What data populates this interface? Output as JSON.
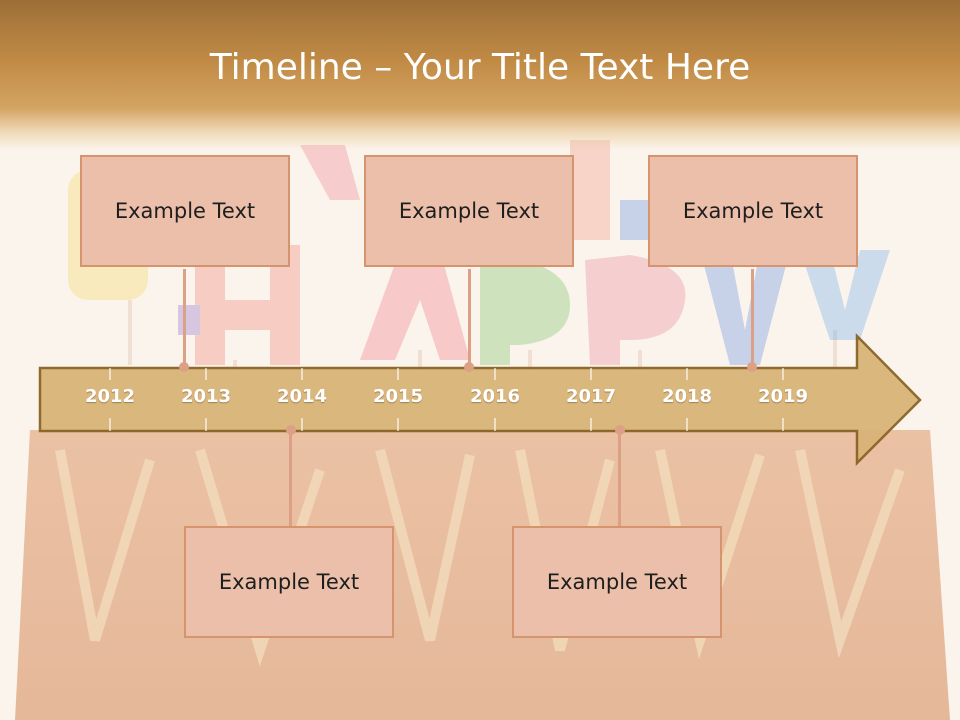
{
  "title": "Timeline – Your Title Text Here",
  "colors": {
    "arrow_fill": "#d9b478",
    "arrow_stroke": "#8a6325",
    "box_fill": "#ecbfaa",
    "box_border": "#d5936e",
    "connector": "#dca086",
    "header": "#c08a45"
  },
  "timeline": {
    "years": [
      "2012",
      "2013",
      "2014",
      "2015",
      "2016",
      "2017",
      "2018",
      "2019"
    ]
  },
  "events": [
    {
      "text": "Example Text",
      "position": "above"
    },
    {
      "text": "Example Text",
      "position": "above"
    },
    {
      "text": "Example Text",
      "position": "above"
    },
    {
      "text": "Example Text",
      "position": "below"
    },
    {
      "text": "Example Text",
      "position": "below"
    }
  ]
}
